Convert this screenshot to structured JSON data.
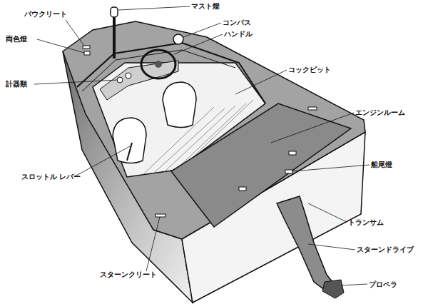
{
  "diagram": {
    "labels": [
      "マスト燈",
      "バウクリート",
      "コンパス",
      "ハンドル",
      "両色燈",
      "コックピット",
      "計器類",
      "エンジンルーム",
      "船尾燈",
      "スロットル レバー",
      "トランサム",
      "スターンドライブ",
      "スターンクリート",
      "プロペラ"
    ]
  }
}
